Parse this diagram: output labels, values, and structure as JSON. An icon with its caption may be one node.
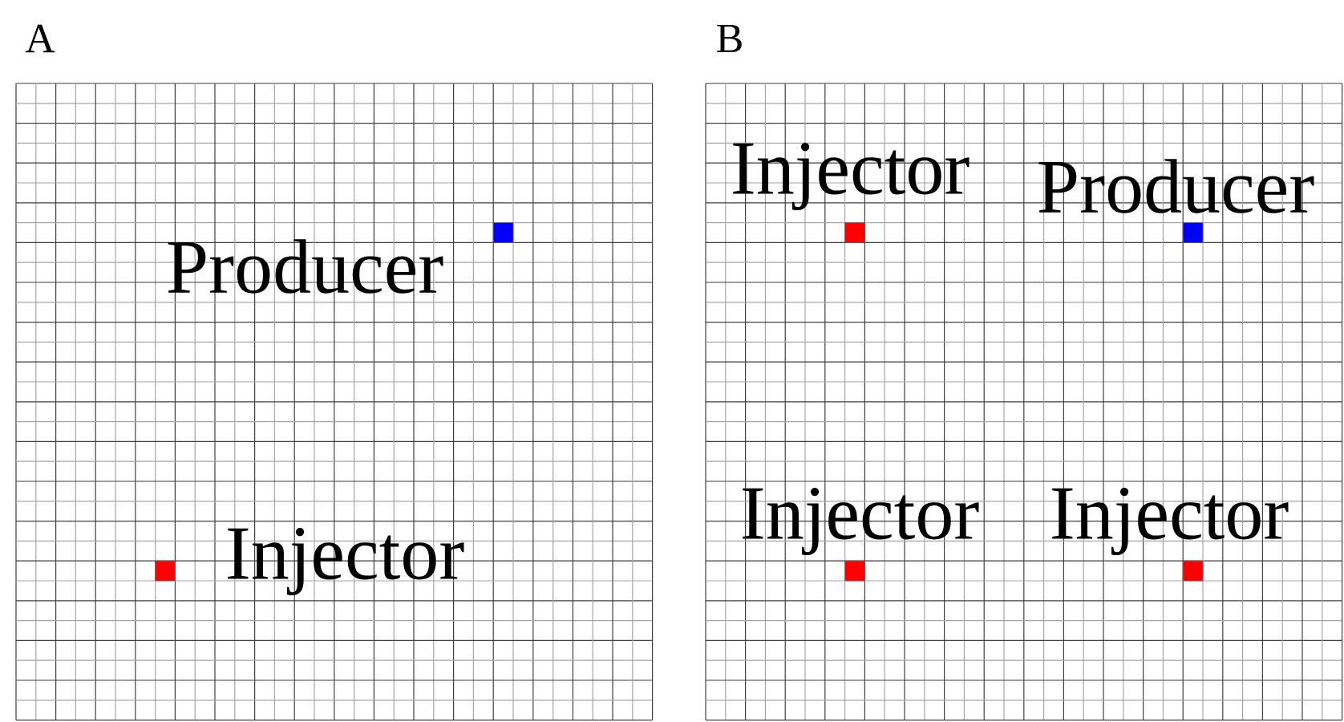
{
  "diagram": {
    "nodes": [
      {
        "text": [
          "Producer"
        ]
      },
      {
        "text": [
          "Injector"
        ]
      },
      {
        "text": [
          "Injector"
        ]
      },
      {
        "text": [
          "Producer"
        ]
      },
      {
        "text": [
          "Injector"
        ]
      },
      {
        "text": [
          "Injector"
        ]
      }
    ],
    "labels": [
      "A",
      "B"
    ]
  }
}
